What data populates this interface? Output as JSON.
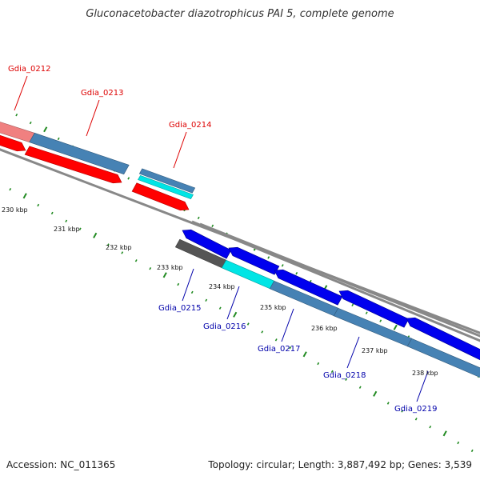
{
  "title": "Gluconacetobacter diazotrophicus PAI 5, complete genome",
  "accession_text": "Accession: NC_011365",
  "summary_text": "Topology: circular; Length: 3,887,492 bp; Genes: 3,539",
  "colors": {
    "forward_gene": "#ff0000",
    "forward_gene_faded": "#f08080",
    "reverse_gene": "#0000ee",
    "cds_track": "#4682b4",
    "cyan_track": "#00e5e5",
    "dark_track": "#555555",
    "backbone": "#888888",
    "tick_marks": "#228b22",
    "forward_label": "#dd0000",
    "reverse_label": "#0000aa"
  },
  "scale": {
    "labels": [
      "230 kbp",
      "231 kbp",
      "232 kbp",
      "233 kbp",
      "234 kbp",
      "235 kbp",
      "236 kbp",
      "237 kbp",
      "238 kbp"
    ]
  },
  "genes": {
    "forward_strand": [
      "Gdia_0212",
      "Gdia_0213",
      "Gdia_0214"
    ],
    "reverse_strand": [
      "Gdia_0215",
      "Gdia_0216",
      "Gdia_0217",
      "Gdia_0218",
      "Gdia_0219"
    ]
  }
}
